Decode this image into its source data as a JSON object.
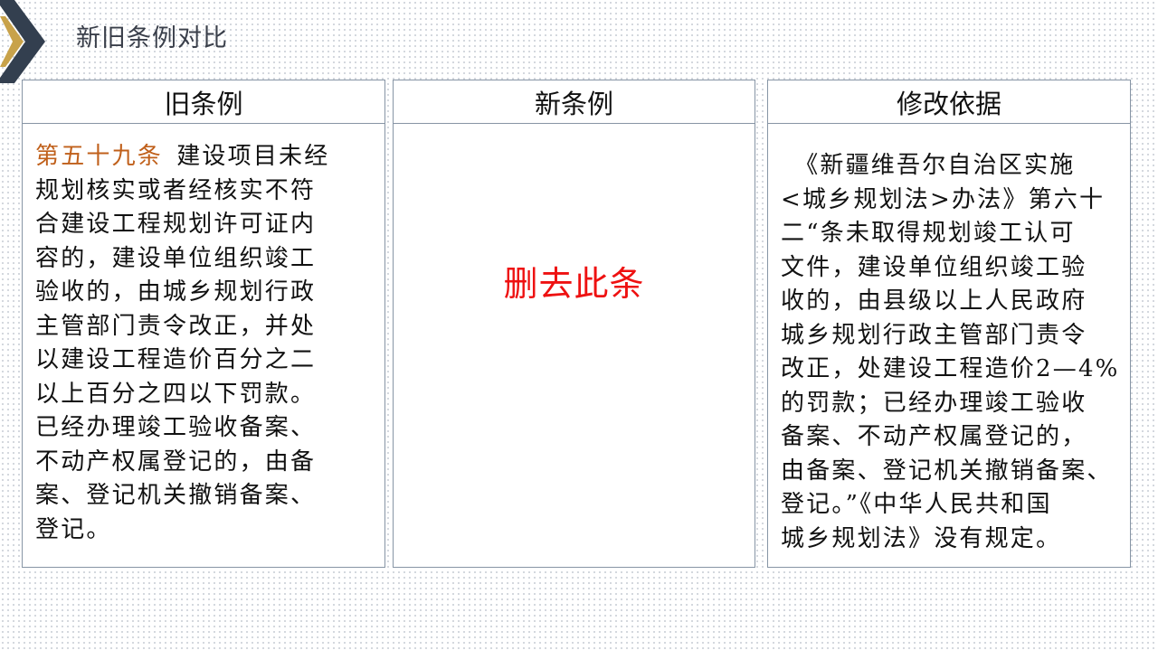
{
  "slide": {
    "title": "新旧条例对比"
  },
  "columns": {
    "old": {
      "header": "旧条例",
      "article_number": "第五十九条",
      "lines": [
        "建设项目未经",
        "规划核实或者经核实不符",
        "合建设工程规划许可证内",
        "容的，建设单位组织竣工",
        "验收的，由城乡规划行政",
        "主管部门责令改正，并处",
        "以建设工程造价百分之二",
        "以上百分之四以下罚款。",
        "已经办理竣工验收备案、",
        "不动产权属登记的，由备",
        "案、登记机关撤销备案、",
        "登记。"
      ]
    },
    "new": {
      "header": "新条例",
      "note": "删去此条"
    },
    "basis": {
      "header": "修改依据",
      "lines": [
        "　《新疆维吾尔自治区实施",
        "<城乡规划法>办法》第六十",
        "二“条未取得规划竣工认可",
        "文件，建设单位组织竣工验",
        "收的，由县级以上人民政府",
        "城乡规划行政主管部门责令",
        "改正，处建设工程造价2—4%",
        "的罚款；已经办理竣工验收",
        "备案、不动产权属登记的，",
        "由备案、登记机关撤销备案、",
        "登记。”《中华人民共和国",
        "城乡规划法》没有规定。"
      ]
    }
  },
  "colors": {
    "accent": "#c0601b",
    "deleted_note": "#ee1111",
    "border": "#8795a5",
    "chevron_dark": "#333f4f",
    "chevron_gold": "#c8a24a"
  },
  "icons": {
    "title_marker": "double-chevron-right-icon"
  }
}
